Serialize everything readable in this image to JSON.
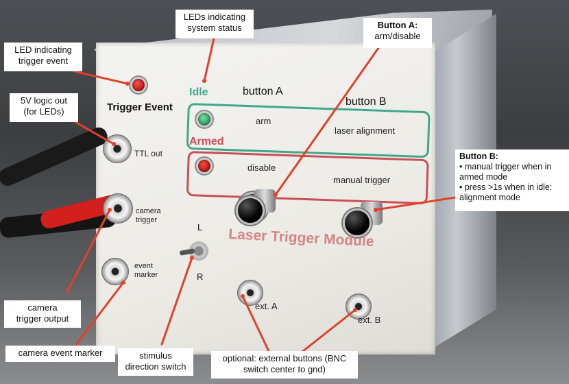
{
  "device": {
    "panel_title": "Laser Trigger Module",
    "trigger_event": "Trigger Event",
    "ttl_out": "TTL out",
    "camera_trigger": "camera\ntrigger",
    "event_marker": "event\nmarker",
    "switch_L": "L",
    "switch_R": "R",
    "idle": "Idle",
    "armed": "Armed",
    "button_a_header": "button A",
    "button_b_header": "button B",
    "idle_a": "arm",
    "idle_b": "laser alignment",
    "armed_a": "disable",
    "armed_b": "manual trigger",
    "ext_a": "ext. A",
    "ext_b": "ext. B",
    "colors": {
      "idle": "#3fa88a",
      "armed": "#c94f56",
      "led_red": "#c01010",
      "led_green": "#1f9a5a",
      "title": "#d48585"
    }
  },
  "callouts": {
    "led_trigger": "LED indicating\ntrigger event",
    "leds_status": "LEDs indicating\nsystem status",
    "button_a_title": "Button A:",
    "button_a_desc": "arm/disable",
    "logic_out": "5V logic out\n(for LEDs)",
    "button_b_title": "Button B:",
    "button_b_line1": "• manual trigger when in armed mode",
    "button_b_line2": "• press >1s when in idle: alignment mode",
    "camera_trigger_output": "camera\ntrigger output",
    "camera_event_marker": "camera event marker",
    "stimulus_switch": "stimulus\ndirection switch",
    "optional_ext": "optional: external buttons (BNC\nswitch center to gnd)"
  }
}
